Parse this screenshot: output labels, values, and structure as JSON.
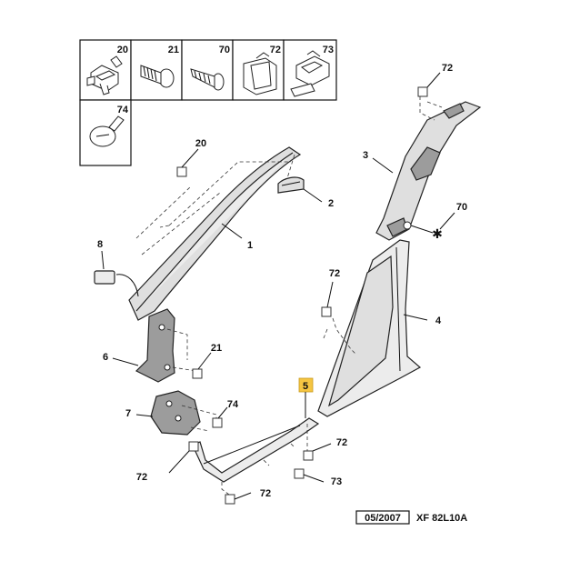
{
  "legend": {
    "cells": [
      {
        "num": "20",
        "icon": "clip-icon"
      },
      {
        "num": "21",
        "icon": "screw-icon"
      },
      {
        "num": "70",
        "icon": "tapping-screw-icon"
      },
      {
        "num": "72",
        "icon": "retainer-clip-icon"
      },
      {
        "num": "73",
        "icon": "bracket-clip-icon"
      },
      {
        "num": "74",
        "icon": "push-rivet-icon"
      }
    ]
  },
  "parts": {
    "p1": "1",
    "p2": "2",
    "p3": "3",
    "p4": "4",
    "p5": "5",
    "p6": "6",
    "p7": "7",
    "p8": "8"
  },
  "callouts": {
    "c20": "20",
    "c21": "21",
    "c70": "70",
    "c72a": "72",
    "c72b": "72",
    "c72c": "72",
    "c72d": "72",
    "c72e": "72",
    "c73": "73",
    "c74": "74"
  },
  "footer": {
    "date": "05/2007",
    "ref": "XF 82L10A"
  },
  "colors": {
    "highlight": "#f5c542",
    "part_fill": "#dfdfdf",
    "part_dark": "#9c9c9c"
  }
}
